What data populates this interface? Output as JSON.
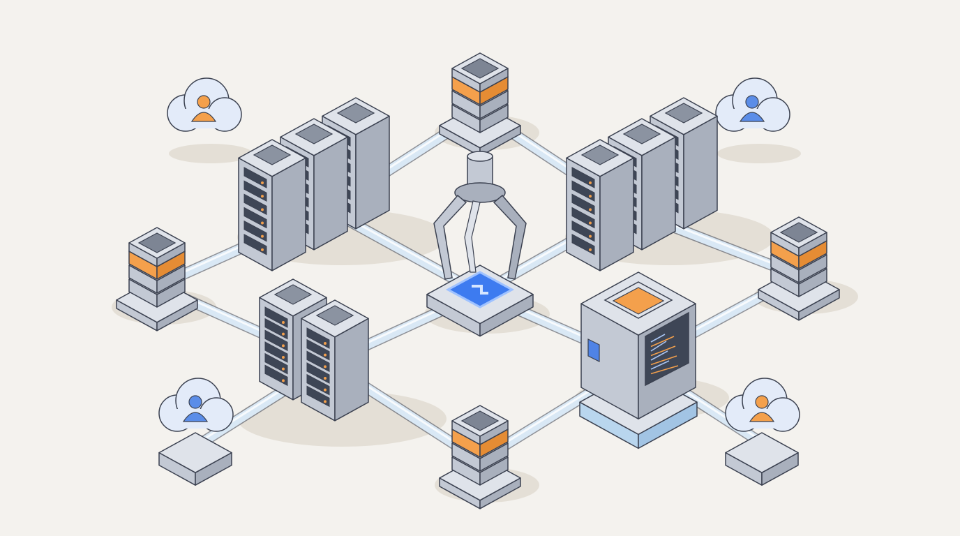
{
  "colors": {
    "background": "#f4f2ee",
    "metal_top": "#dfe3ea",
    "metal_left": "#c3c9d4",
    "metal_right": "#a9b0bd",
    "outline": "#3b4150",
    "accent_orange": "#f4a04c",
    "glow_blue": "#3d7bf0",
    "pipe": "#d9e8f5",
    "cloud": "#e3ebf9",
    "screen": "#3e4656"
  },
  "nodes": [
    {
      "id": "stack-top",
      "type": "storage-stack",
      "icon": "database-stack-icon"
    },
    {
      "id": "stack-left",
      "type": "storage-stack",
      "icon": "database-stack-icon"
    },
    {
      "id": "stack-right",
      "type": "storage-stack",
      "icon": "database-stack-icon"
    },
    {
      "id": "stack-bottom",
      "type": "storage-stack",
      "icon": "database-stack-icon"
    },
    {
      "id": "servers-left",
      "type": "server-rack-group",
      "count": 3,
      "icon": "server-rack-icon"
    },
    {
      "id": "servers-right",
      "type": "server-rack-group",
      "count": 3,
      "icon": "server-rack-icon"
    },
    {
      "id": "servers-bottom",
      "type": "server-rack-group",
      "count": 2,
      "icon": "server-rack-icon"
    },
    {
      "id": "hub",
      "type": "robotic-claw-hub",
      "icon": "robot-claw-icon"
    },
    {
      "id": "ui-box",
      "type": "app-cube",
      "icon": "code-screen-icon"
    },
    {
      "id": "cloud-tl",
      "type": "user-cloud",
      "icon": "user-cloud-icon",
      "person_color": "#f4a04c"
    },
    {
      "id": "cloud-tr",
      "type": "user-cloud",
      "icon": "user-cloud-icon",
      "person_color": "#5b8de8"
    },
    {
      "id": "cloud-bl",
      "type": "user-cloud",
      "icon": "user-cloud-icon",
      "person_color": "#5b8de8"
    },
    {
      "id": "cloud-br",
      "type": "user-cloud",
      "icon": "user-cloud-icon",
      "person_color": "#f4a04c"
    }
  ],
  "connections": [
    [
      "stack-top",
      "servers-left"
    ],
    [
      "stack-top",
      "servers-right"
    ],
    [
      "servers-left",
      "hub"
    ],
    [
      "servers-right",
      "hub"
    ],
    [
      "stack-left",
      "servers-left"
    ],
    [
      "stack-left",
      "servers-bottom"
    ],
    [
      "stack-right",
      "servers-right"
    ],
    [
      "stack-right",
      "ui-box"
    ],
    [
      "hub",
      "servers-bottom"
    ],
    [
      "hub",
      "ui-box"
    ],
    [
      "servers-bottom",
      "stack-bottom"
    ],
    [
      "stack-bottom",
      "ui-box"
    ],
    [
      "cloud-bl",
      "servers-bottom"
    ],
    [
      "cloud-br",
      "ui-box"
    ]
  ]
}
